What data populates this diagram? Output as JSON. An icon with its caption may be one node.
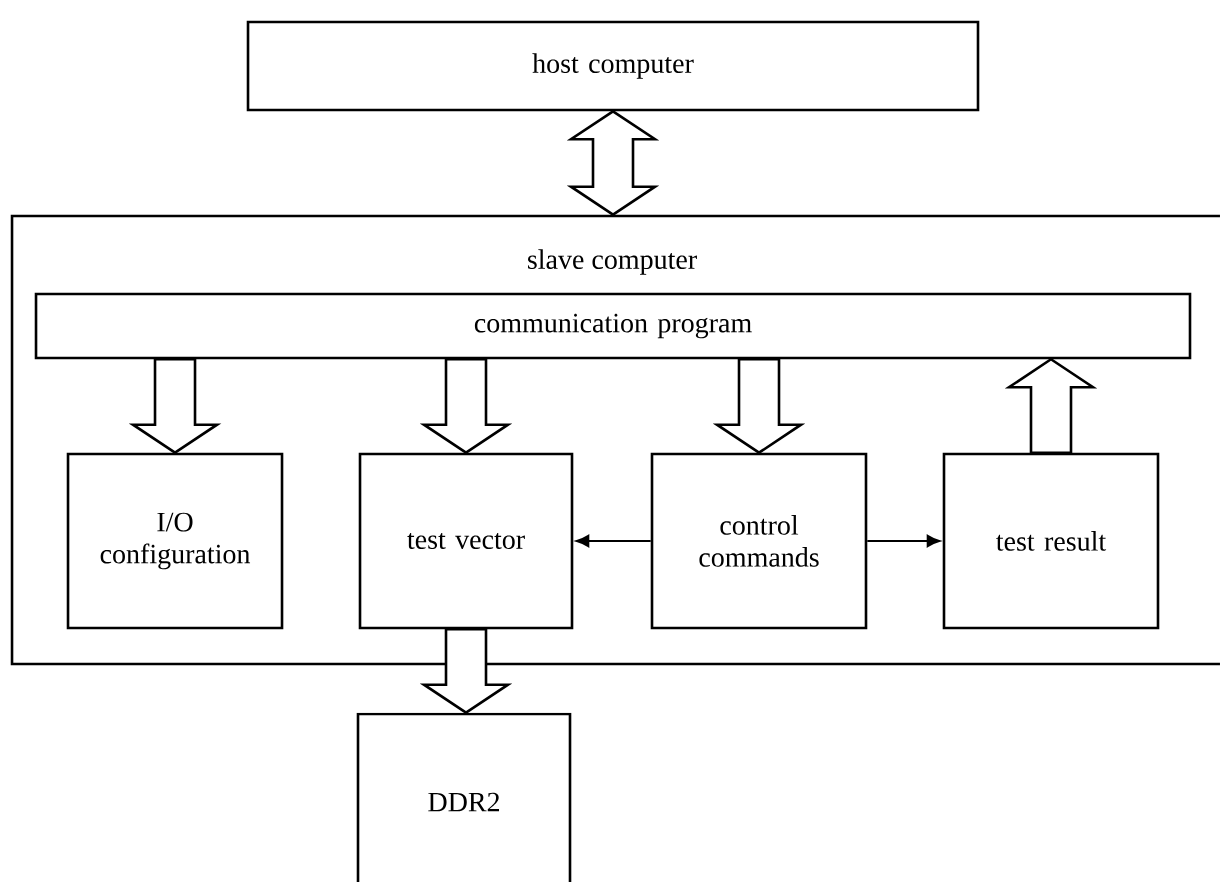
{
  "diagram": {
    "nodes": [
      {
        "text": [
          "host computer"
        ]
      },
      {
        "text": [
          "slave computer"
        ]
      },
      {
        "text": [
          "communication program"
        ],
        "in": 1
      },
      {
        "text": [
          "I/O configuration"
        ],
        "in": 1
      },
      {
        "text": [
          "test vector"
        ],
        "in": 1
      },
      {
        "text": [
          "control commands"
        ],
        "in": 1
      },
      {
        "text": [
          "test result"
        ],
        "in": 1
      },
      {
        "text": [
          "DDR2"
        ]
      }
    ],
    "edges": [
      {
        "from": 0,
        "to": 1,
        "arrow": "both",
        "style": "thick"
      },
      {
        "from": 2,
        "to": 3,
        "arrow": "to",
        "style": "thick"
      },
      {
        "from": 2,
        "to": 4,
        "arrow": "to",
        "style": "thick"
      },
      {
        "from": 2,
        "to": 5,
        "arrow": "to",
        "style": "thick"
      },
      {
        "from": 6,
        "to": 2,
        "arrow": "to",
        "style": "thick"
      },
      {
        "from": 5,
        "to": 4,
        "arrow": "to"
      },
      {
        "from": 5,
        "to": 6,
        "arrow": "to"
      },
      {
        "from": 4,
        "to": 7,
        "arrow": "to",
        "style": "thick"
      }
    ]
  }
}
